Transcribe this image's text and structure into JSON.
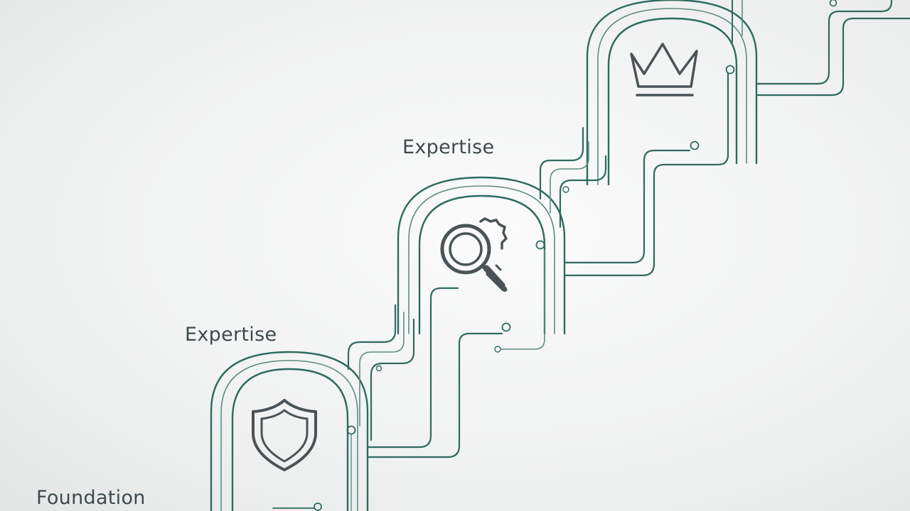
{
  "labels": {
    "upper": "Expertise",
    "middle": "Expertise",
    "lower": "Foundation"
  },
  "icons": {
    "top_step": "crown-icon",
    "middle_step": "magnifier-gear-icon",
    "bottom_step": "shield-icon"
  },
  "colors": {
    "line": "#2f6b5f",
    "line_light": "#5d8c83",
    "icon": "#4a5356",
    "text": "#3e4a4e"
  }
}
